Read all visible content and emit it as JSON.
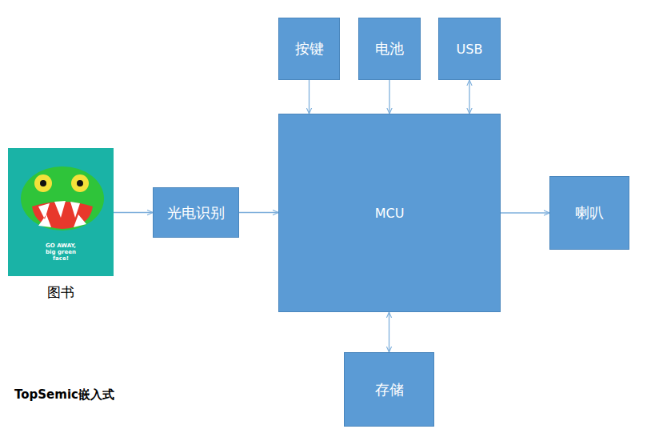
{
  "diagram": {
    "nodes": [
      {
        "text": [
          "按键"
        ]
      },
      {
        "text": [
          "电池"
        ]
      },
      {
        "text": [
          "USB"
        ]
      },
      {
        "text": [
          "GO AWAY, big green face!",
          "图书"
        ]
      },
      {
        "text": [
          "光电识别"
        ]
      },
      {
        "text": [
          "MCU"
        ]
      },
      {
        "text": [
          "喇叭"
        ]
      },
      {
        "text": [
          "存储"
        ]
      }
    ],
    "edges": [
      {
        "from": 0,
        "to": 5,
        "arrow": "to"
      },
      {
        "from": 1,
        "to": 5,
        "arrow": "to"
      },
      {
        "from": 2,
        "to": 5,
        "arrow": "both"
      },
      {
        "from": 3,
        "to": 4,
        "arrow": "to"
      },
      {
        "from": 4,
        "to": 5,
        "arrow": "to"
      },
      {
        "from": 5,
        "to": 6,
        "arrow": "to"
      },
      {
        "from": 5,
        "to": 7,
        "arrow": "both"
      }
    ],
    "labels": [
      "TopSemic嵌入式"
    ]
  }
}
